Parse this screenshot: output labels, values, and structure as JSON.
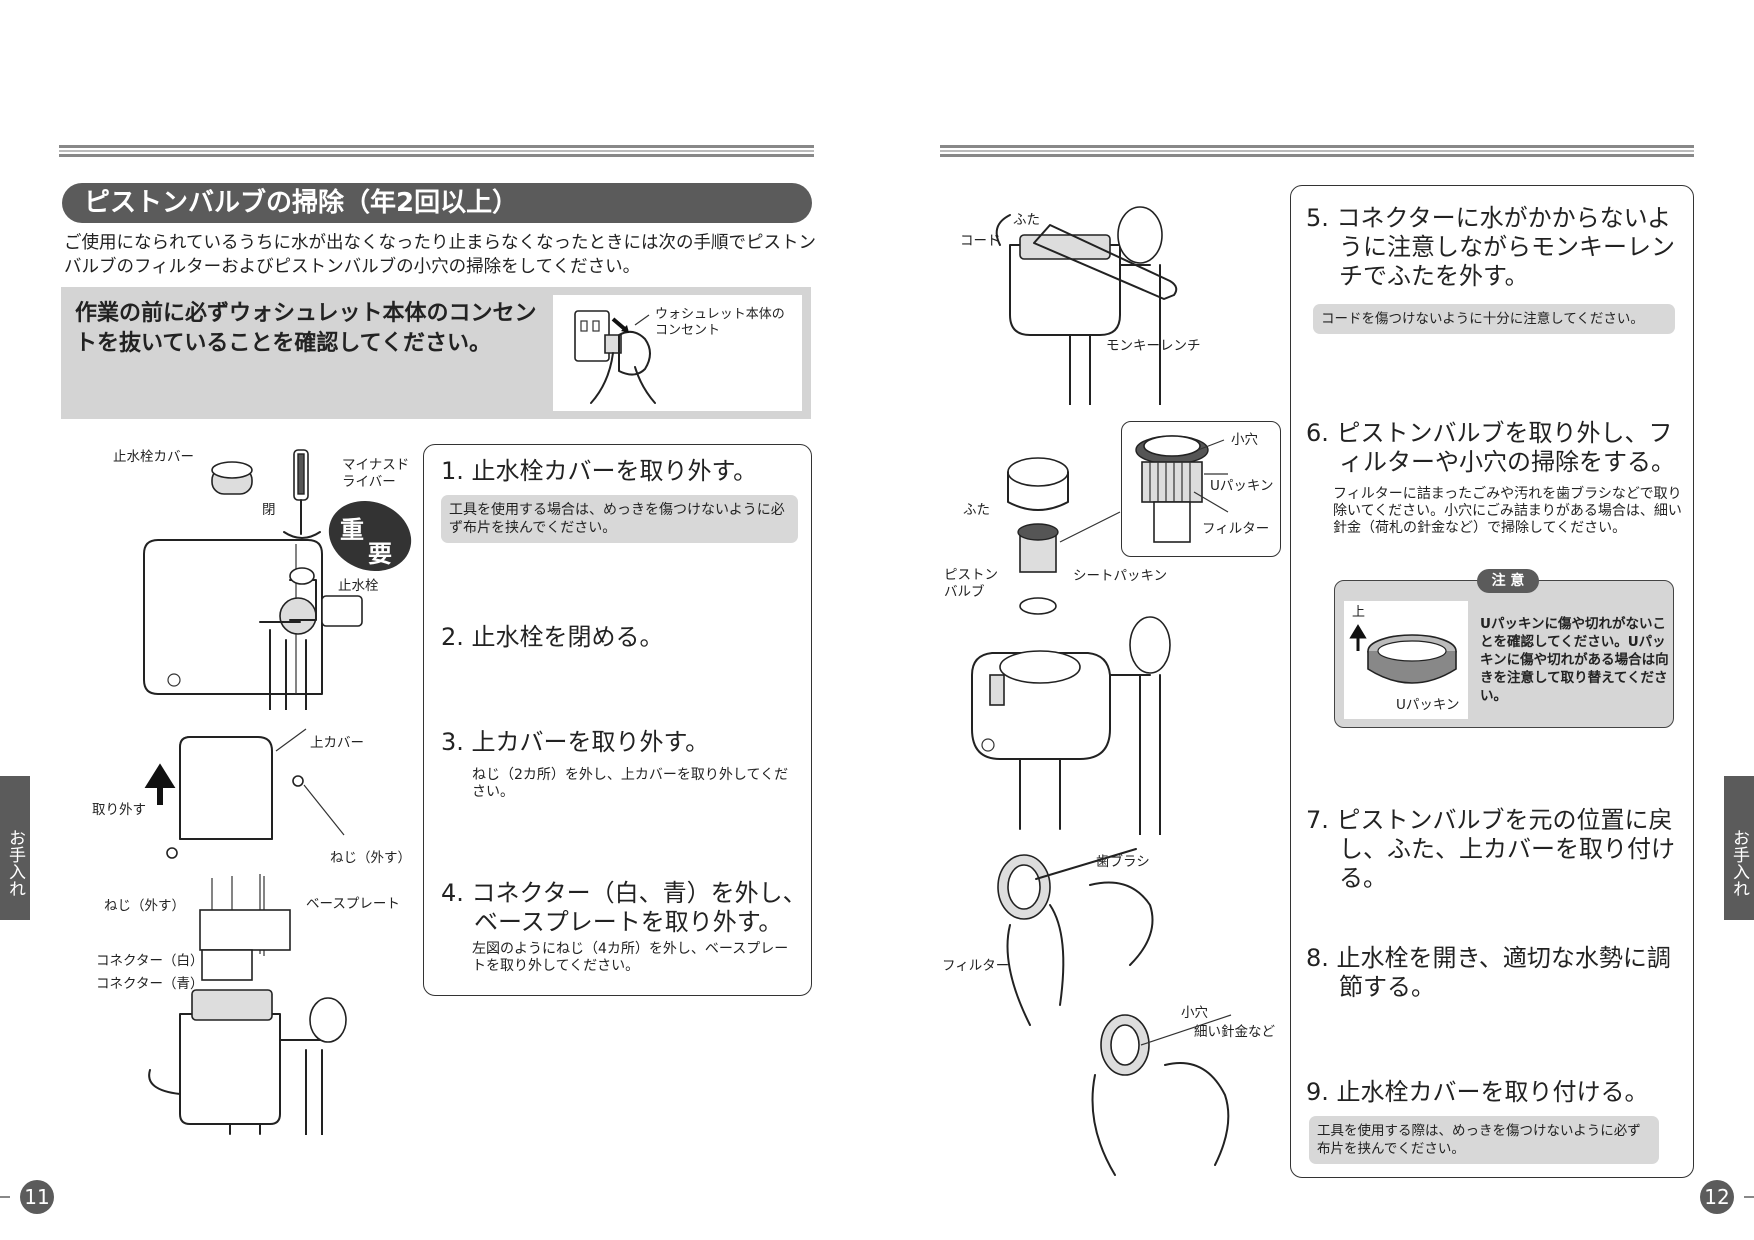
{
  "left_page": {
    "section_title": "ピストンバルブの掃除（年2回以上）",
    "intro": "ご使用になられているうちに水が出なくなったり止まらなくなったときには次の手順でピストンバルブのフィルターおよびピストンバルブの小穴の掃除をしてください。",
    "warning": "作業の前に必ずウォシュレット本体のコンセントを抜いていることを確認してください。",
    "outlet_label": "ウォシュレット本体のコンセント",
    "badge": [
      "重",
      "要"
    ],
    "figure_labels": {
      "stop_cover": "止水栓カバー",
      "screwdriver": "マイナスドライバー",
      "close": "閉",
      "stop_valve": "止水栓",
      "top_cover": "上カバー",
      "remove": "取り外す",
      "screw_remove_1": "ねじ（外す）",
      "screw_remove_2": "ねじ（外す）",
      "base_plate": "ベースプレート",
      "connector_white": "コネクター（白）",
      "connector_blue": "コネクター（青）"
    },
    "steps": [
      {
        "num": "1.",
        "text": "止水栓カバーを取り外す。",
        "note": "工具を使用する場合は、めっきを傷つけないように必ず布片を挟んでください。"
      },
      {
        "num": "2.",
        "text": "止水栓を閉める。"
      },
      {
        "num": "3.",
        "text": "上カバーを取り外す。",
        "sub": "ねじ（2カ所）を外し、上カバーを取り外してください。"
      },
      {
        "num": "4.",
        "text": "コネクター（白、青）を外し、ベースプレートを取り外す。",
        "sub": "左図のようにねじ（4カ所）を外し、ベースプレートを取り外してください。"
      }
    ],
    "side_tab": "お手入れ",
    "page_number": "11"
  },
  "right_page": {
    "figure_labels": {
      "lid_1": "ふた",
      "cord": "コード",
      "wrench": "モンキーレンチ",
      "small_hole_1": "小穴",
      "u_packing_1": "Uパッキン",
      "filter_1": "フィルター",
      "lid_2": "ふた",
      "piston_valve": "ピストンバルブ",
      "seat_packing": "シートパッキン",
      "toothbrush": "歯ブラシ",
      "filter_2": "フィルター",
      "small_hole_2": "小穴",
      "fine_wire": "細い針金など"
    },
    "steps": [
      {
        "num": "5.",
        "text": "コネクターに水がかからないように注意しながらモンキーレンチでふたを外す。",
        "note": "コードを傷つけないように十分に注意してください。"
      },
      {
        "num": "6.",
        "text": "ピストンバルブを取り外し、フィルターや小穴の掃除をする。",
        "sub": "フィルターに詰まったごみや汚れを歯ブラシなどで取り除いてください。小穴にごみ詰まりがある場合は、細い針金（荷札の針金など）で掃除してください。"
      },
      {
        "num": "7.",
        "text": "ピストンバルブを元の位置に戻し、ふた、上カバーを取り付ける。"
      },
      {
        "num": "8.",
        "text": "止水栓を開き、適切な水勢に調節する。"
      },
      {
        "num": "9.",
        "text": "止水栓カバーを取り付ける。",
        "note": "工具を使用する際は、めっきを傷つけないように必ず布片を挟んでください。"
      }
    ],
    "caution": {
      "tag": "注 意",
      "up_label": "上",
      "part_label": "Uパッキン",
      "text": "Uパッキンに傷や切れがないことを確認してください。Uパッキンに傷や切れがある場合は向きを注意して取り替えてください。"
    },
    "side_tab": "お手入れ",
    "page_number": "12"
  }
}
